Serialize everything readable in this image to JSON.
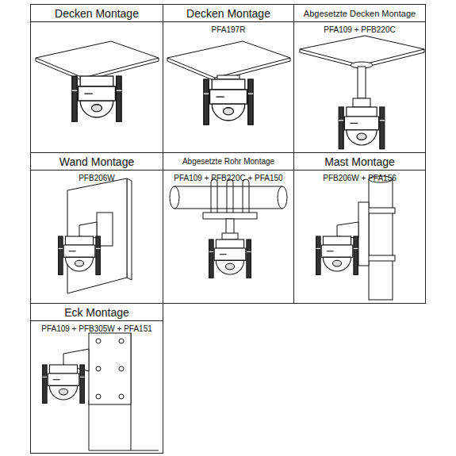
{
  "diagram": {
    "nodes": [
      {
        "text": [
          "Decken Montage"
        ]
      },
      {
        "text": [
          "Decken Montage",
          "PFA197R"
        ]
      },
      {
        "text": [
          "Abgesetzte Decken Montage",
          "PFA109 + PFB220C"
        ]
      },
      {
        "text": [
          "Wand Montage",
          "PFB206W"
        ]
      },
      {
        "text": [
          "Abgesetzte Rohr Montage",
          "PFA109 + PFB220C + PFA150"
        ]
      },
      {
        "text": [
          "Mast Montage",
          "PFB206W + PFA156"
        ]
      },
      {
        "text": [
          "Eck Montage",
          "PFA109 + PFB305W + PFA151"
        ]
      }
    ]
  }
}
